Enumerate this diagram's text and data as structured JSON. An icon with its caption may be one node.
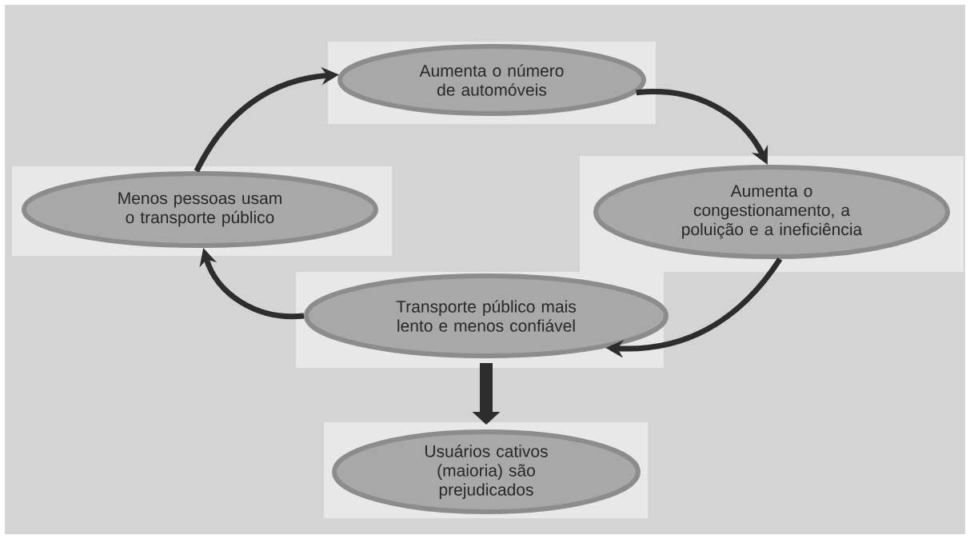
{
  "diagram": {
    "nodes": [
      {
        "text": [
          "Aumenta o número de automóveis"
        ]
      },
      {
        "text": [
          "Aumenta o congestionamento, a poluição e a ineficiência"
        ]
      },
      {
        "text": [
          "Transporte público mais lento e menos confiável"
        ]
      },
      {
        "text": [
          "Usuários cativos (maioria) são prejudicados"
        ]
      },
      {
        "text": [
          "Menos pessoas usam o transporte público"
        ]
      }
    ],
    "edges": [
      {
        "from": 0,
        "to": 1,
        "arrow": "to"
      },
      {
        "from": 1,
        "to": 2,
        "arrow": "to"
      },
      {
        "from": 2,
        "to": 4,
        "arrow": "to"
      },
      {
        "from": 4,
        "to": 0,
        "arrow": "to"
      },
      {
        "from": 2,
        "to": 3,
        "arrow": "to",
        "style": "thick"
      }
    ]
  }
}
